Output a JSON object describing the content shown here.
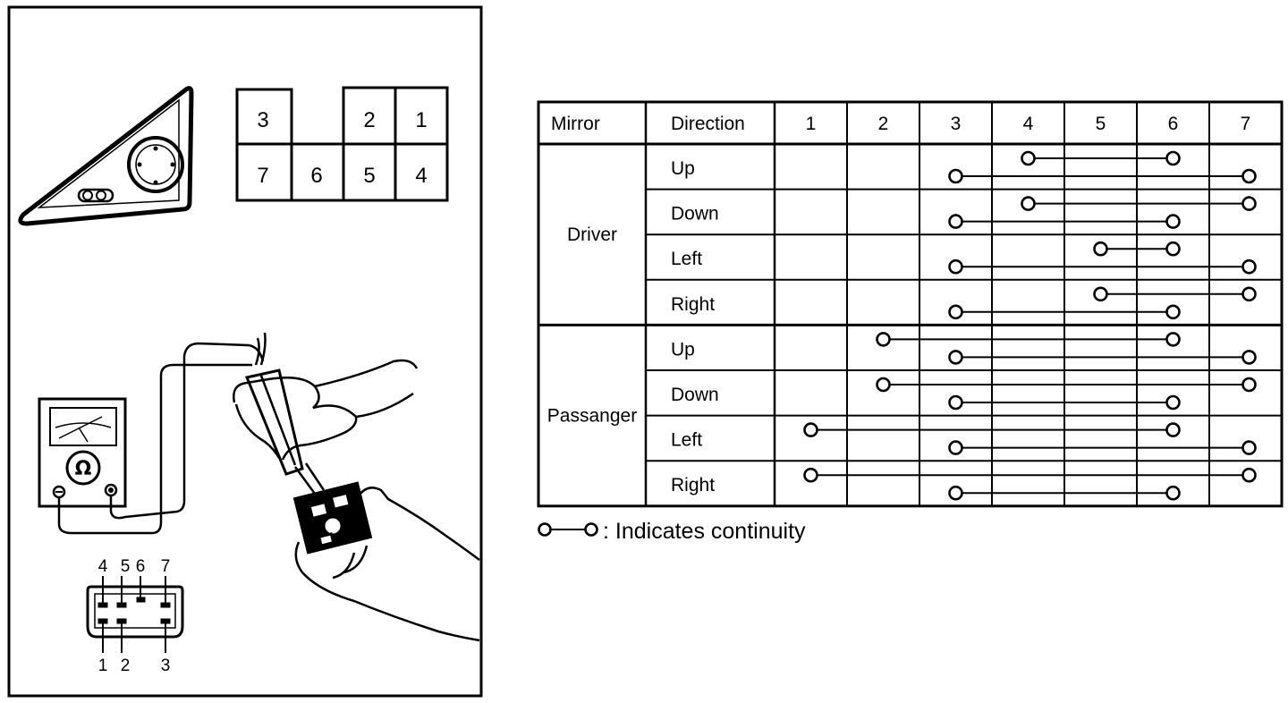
{
  "switch_terminal_blocks": {
    "top_row": [
      "3",
      "2",
      "1"
    ],
    "bottom_row": [
      "7",
      "6",
      "5",
      "4"
    ]
  },
  "connector_pins": {
    "top_labels": [
      "4",
      "5",
      "6",
      "7"
    ],
    "bottom_labels": [
      "1",
      "2",
      "3"
    ]
  },
  "table": {
    "headers": [
      "Mirror",
      "Direction",
      "1",
      "2",
      "3",
      "4",
      "5",
      "6",
      "7"
    ],
    "groups": [
      {
        "mirror": "Driver",
        "rows": [
          {
            "direction": "Up",
            "pairs": [
              [
                4,
                6
              ],
              [
                3,
                7
              ]
            ]
          },
          {
            "direction": "Down",
            "pairs": [
              [
                4,
                7
              ],
              [
                3,
                6
              ]
            ]
          },
          {
            "direction": "Left",
            "pairs": [
              [
                5,
                6
              ],
              [
                3,
                7
              ]
            ]
          },
          {
            "direction": "Right",
            "pairs": [
              [
                5,
                7
              ],
              [
                3,
                6
              ]
            ]
          }
        ]
      },
      {
        "mirror": "Passanger",
        "rows": [
          {
            "direction": "Up",
            "pairs": [
              [
                2,
                6
              ],
              [
                3,
                7
              ]
            ]
          },
          {
            "direction": "Down",
            "pairs": [
              [
                2,
                7
              ],
              [
                3,
                6
              ]
            ]
          },
          {
            "direction": "Left",
            "pairs": [
              [
                1,
                6
              ],
              [
                3,
                7
              ]
            ]
          },
          {
            "direction": "Right",
            "pairs": [
              [
                1,
                7
              ],
              [
                3,
                6
              ]
            ]
          }
        ]
      }
    ]
  },
  "legend": {
    "text": ": Indicates continuity"
  }
}
